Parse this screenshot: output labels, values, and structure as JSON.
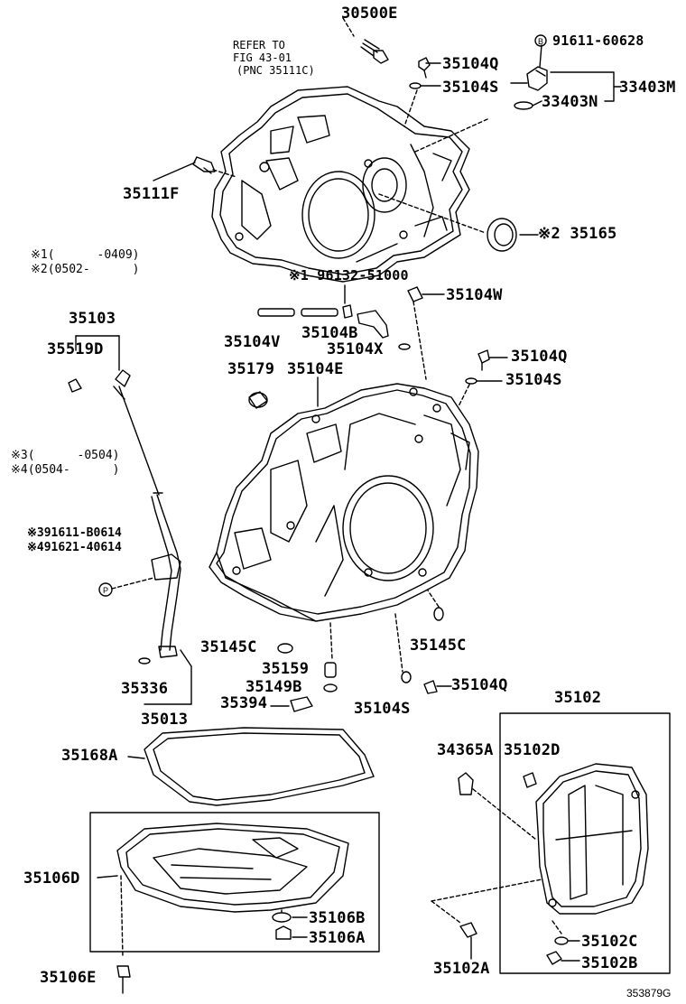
{
  "refer": {
    "line1": "REFER TO",
    "line2": "FIG 43-01",
    "line3": "(PNC 35111C)"
  },
  "notes": {
    "n1": "※1(      -0409)",
    "n2": "※2(0502-      )",
    "n3": "※3(      -0504)",
    "n4": "※4(0504-      )"
  },
  "parts": {
    "p30500E": "30500E",
    "p91611_60628": "91611-60628",
    "p35104Q_top": "35104Q",
    "p35104S_top": "35104S",
    "p33403N": "33403N",
    "p33403M": "33403M",
    "p35111F": "35111F",
    "p35165": "※2 35165",
    "p96132": "※1 96132-51000",
    "p35104W": "35104W",
    "p35103": "35103",
    "p35519D": "35519D",
    "p35104V": "35104V",
    "p35104B": "35104B",
    "p35104X": "35104X",
    "p35104Q_mid": "35104Q",
    "p35104S_mid": "35104S",
    "p35179": "35179",
    "p35104E": "35104E",
    "p91611_B0614": "※391611-B0614",
    "p91621_40614": "※491621-40614",
    "p35145C_left": "35145C",
    "p35145C_right": "35145C",
    "p35159": "35159",
    "p35149B": "35149B",
    "p35394": "35394",
    "p35336": "35336",
    "p35013": "35013",
    "p35104S_low": "35104S",
    "p35104Q_low": "35104Q",
    "p35102": "35102",
    "p35168A": "35168A",
    "p34365A": "34365A",
    "p35102D": "35102D",
    "p35106D": "35106D",
    "p35106B": "35106B",
    "p35106A": "35106A",
    "p35106E": "35106E",
    "p35102A": "35102A",
    "p35102C": "35102C",
    "p35102B": "35102B"
  },
  "figure_code": "353879G"
}
